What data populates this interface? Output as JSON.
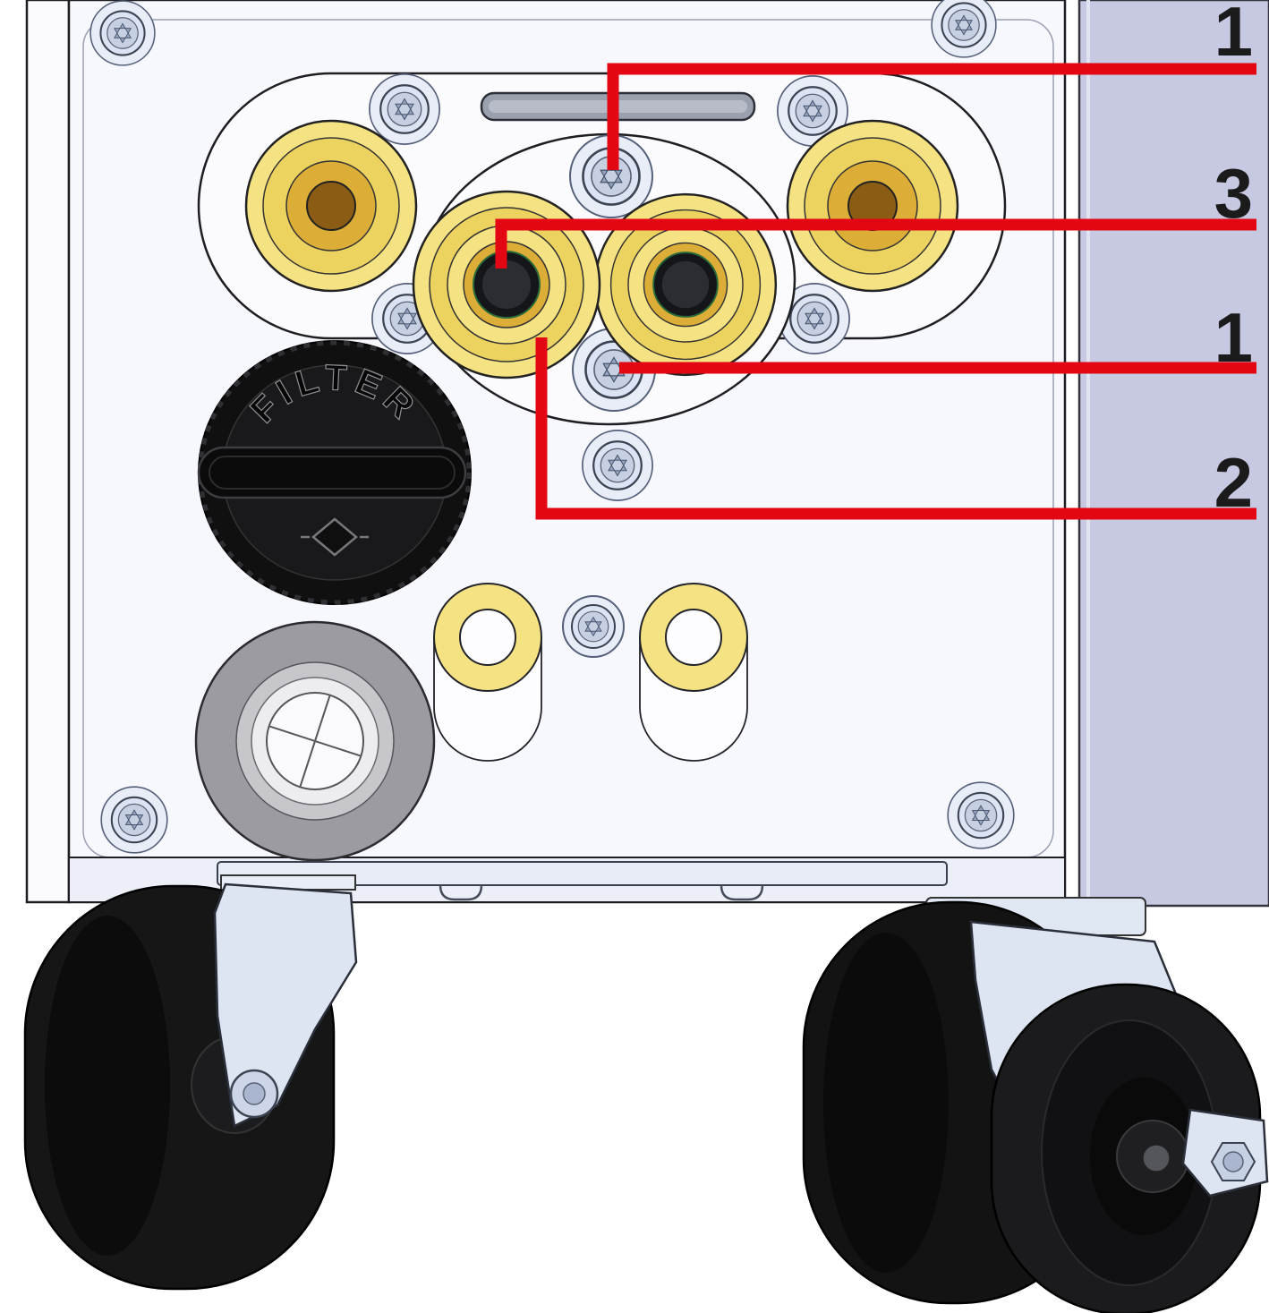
{
  "callouts": [
    {
      "label": "1"
    },
    {
      "label": "3"
    },
    {
      "label": "1"
    },
    {
      "label": "2"
    }
  ],
  "filter_cap": {
    "label": "FILTER"
  },
  "colors": {
    "callout_line": "#e30613",
    "label_text": "#1b1b1b",
    "brass_light": "#f4e283",
    "brass": "#ecd25f",
    "brass_dark": "#dcae37",
    "panel": "#f7f8fd",
    "side_panel": "#c7c8e2"
  }
}
